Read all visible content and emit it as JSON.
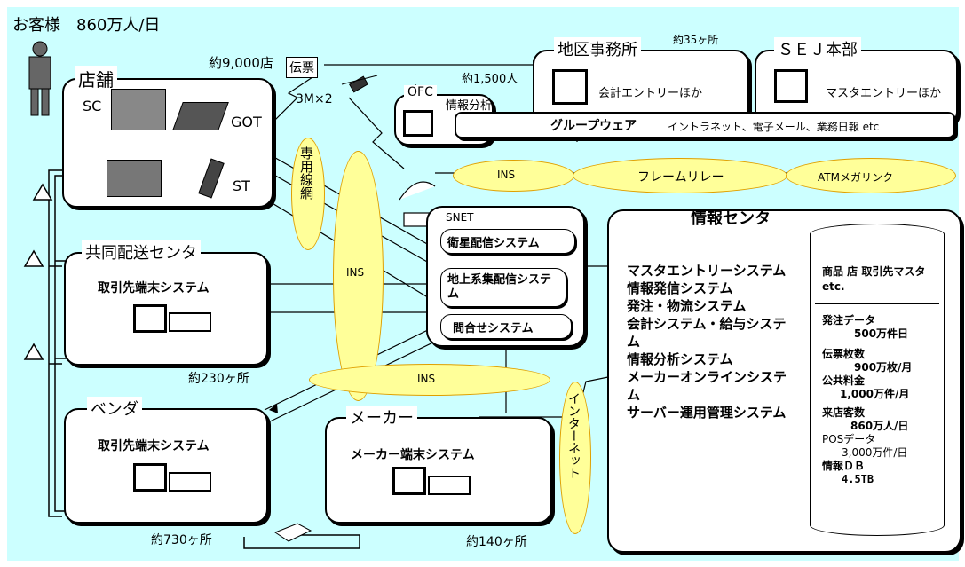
{
  "header": {
    "customers": "お客様　860万人/日"
  },
  "store": {
    "label": "店舗",
    "count": "約9,000店",
    "devices": {
      "sc": "SC",
      "got": "GOT",
      "st": "ST"
    }
  },
  "slip": "伝票",
  "satellite_link": "3M×2",
  "ofc": {
    "label": "OFC",
    "sub": "情報分析"
  },
  "district": {
    "label": "地区事務所",
    "count": "約35ヶ所",
    "sub": "会計エントリーほか",
    "ofc_count": "約1,500人"
  },
  "sej": {
    "label": "ＳＥＪ本部",
    "sub": "マスタエントリーほか"
  },
  "groupware": {
    "title": "グループウェア",
    "desc": "イントラネット、電子メール、業務日報 etc"
  },
  "networks": {
    "ins": "INS",
    "frame_relay": "フレームリレー",
    "atm": "ATMメガリンク",
    "dedicated": "専用線網",
    "internet": "インターネット"
  },
  "snet": {
    "label": "SNET",
    "systems": [
      "衛星配信システム",
      "地上系集配信システム",
      "問合せシステム"
    ]
  },
  "info_center": {
    "title": "情報センタ",
    "systems": [
      "マスタエントリーシステム",
      "情報発信システム",
      "発注・物流システム",
      "会計システム・給与システム",
      "情報分析システム",
      "メーカーオンラインシステム",
      "サーバー運用管理システム"
    ],
    "db": {
      "masters": "商品 店 取引先マスタ etc.",
      "stats": [
        {
          "label": "発注データ",
          "value": "500万件日"
        },
        {
          "label": "伝票枚数",
          "value": "900万枚/月"
        },
        {
          "label": "公共料金",
          "value": "1,000万件/月"
        },
        {
          "label": "来店客数",
          "value": "860万人/日"
        },
        {
          "label": "POSデータ",
          "value": "3,000万件/日"
        },
        {
          "label": "情報ＤＢ",
          "value": "4.5TB"
        }
      ]
    }
  },
  "delivery": {
    "label": "共同配送センタ",
    "system": "取引先端末システム",
    "count": "約230ヶ所"
  },
  "vendor": {
    "label": "ベンダ",
    "system": "取引先端末システム",
    "count": "約730ヶ所"
  },
  "maker": {
    "label": "メーカー",
    "system": "メーカー端末システム",
    "count": "約140ヶ所"
  },
  "colors": {
    "background": "#ccffff",
    "cloud": "#ffff99",
    "cloud_border": "#e0a000"
  }
}
